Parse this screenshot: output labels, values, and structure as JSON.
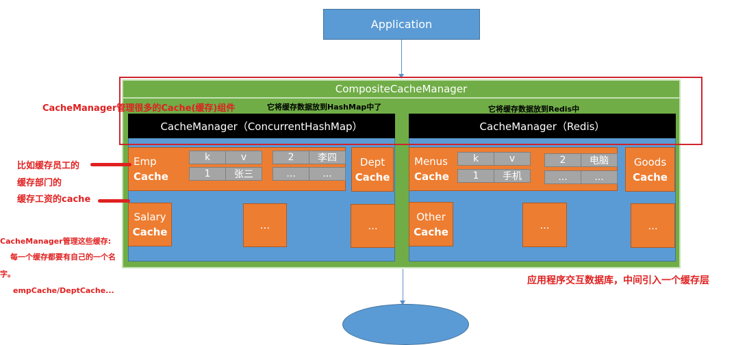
{
  "application": {
    "label": "Application"
  },
  "composite": {
    "title": "CompositeCacheManager"
  },
  "managers": [
    {
      "note": "它将缓存数据放到HashMap中了",
      "title": "CacheManager（ConcurrentHashMap）",
      "caches": {
        "main": {
          "name": "Emp",
          "sub": "Cache",
          "table_left": [
            [
              "k",
              "v"
            ],
            [
              "1",
              "张三"
            ]
          ],
          "table_right": [
            [
              "2",
              "李四"
            ],
            [
              "...",
              "..."
            ]
          ]
        },
        "side": {
          "name": "Dept",
          "sub": "Cache"
        },
        "bottom_left": {
          "name": "Salary",
          "sub": "Cache"
        },
        "bottom_mid": {
          "label": "..."
        },
        "bottom_right": {
          "label": "..."
        }
      }
    },
    {
      "note": "它将缓存数据放到Redis中",
      "title": "CacheManager（Redis）",
      "caches": {
        "main": {
          "name": "Menus",
          "sub": "Cache",
          "table_left": [
            [
              "k",
              "v"
            ],
            [
              "1",
              "手机"
            ]
          ],
          "table_right": [
            [
              "2",
              "电脑"
            ],
            [
              "...",
              "..."
            ]
          ]
        },
        "side": {
          "name": "Goods",
          "sub": "Cache"
        },
        "bottom_left": {
          "name": "Other",
          "sub": "Cache"
        },
        "bottom_mid": {
          "label": "..."
        },
        "bottom_right": {
          "label": "..."
        }
      }
    }
  ],
  "annotations": {
    "manager_components": "CacheManager管理很多的Cache(缓存)组件",
    "example_line1": "比如缓存员工的",
    "example_line2": "缓存部门的",
    "example_line3": "缓存工资的cache",
    "manage_line1": "CacheManager管理这些缓存:",
    "manage_line2": "每一个缓存都要有自己的一个名",
    "manage_line3": "字。",
    "manage_line4": "empCache/DeptCache...",
    "layer_note": "应用程序交互数据库，中间引入一个缓存层"
  },
  "colors": {
    "app_blue": "#5b9bd5",
    "composite_green": "#70ad47",
    "cache_orange": "#ed7d31",
    "cell_gray": "#a5a5a5",
    "annotation_red": "#e02020"
  }
}
